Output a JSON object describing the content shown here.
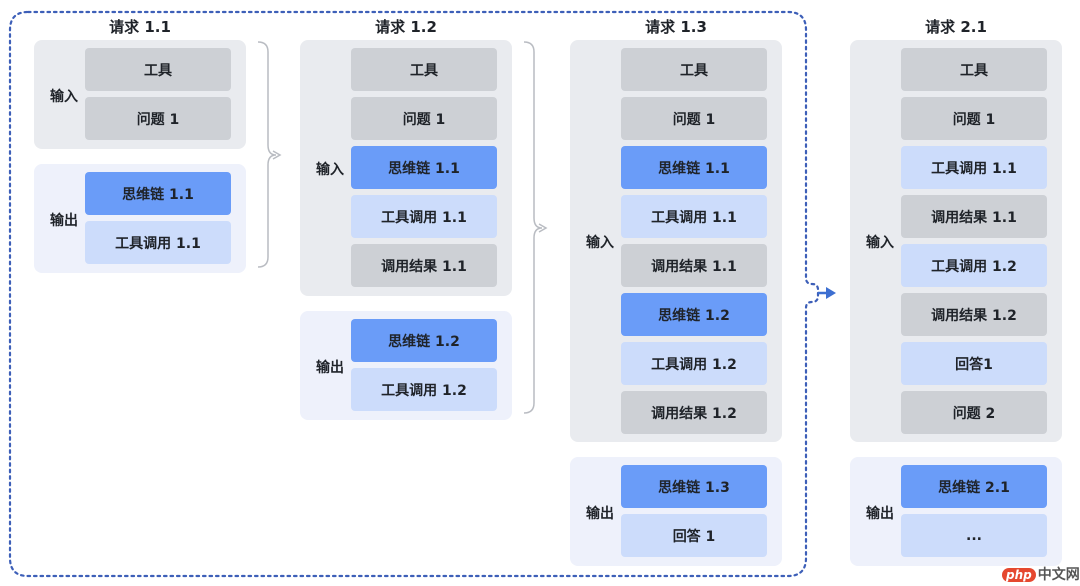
{
  "colors": {
    "input_panel_bg": "#e9ebef",
    "output_panel_bg": "#eef1fb",
    "gray_box": "#cdd0d5",
    "dark_blue_box": "#6a9cf8",
    "light_blue_box": "#ccdcfb",
    "dashed_frame": "#3d5fb8",
    "arrow": "#3d6fd1"
  },
  "labels": {
    "input": "输入",
    "output": "输出"
  },
  "requests": [
    {
      "title": "请求 1.1",
      "input_items": [
        {
          "text": "工具",
          "style": "gray"
        },
        {
          "text": "问题 1",
          "style": "gray"
        }
      ],
      "output_items": [
        {
          "text": "思维链 1.1",
          "style": "blue"
        },
        {
          "text": "工具调用 1.1",
          "style": "light"
        }
      ]
    },
    {
      "title": "请求 1.2",
      "input_items": [
        {
          "text": "工具",
          "style": "gray"
        },
        {
          "text": "问题 1",
          "style": "gray"
        },
        {
          "text": "思维链 1.1",
          "style": "blue"
        },
        {
          "text": "工具调用 1.1",
          "style": "light"
        },
        {
          "text": "调用结果 1.1",
          "style": "gray"
        }
      ],
      "output_items": [
        {
          "text": "思维链 1.2",
          "style": "blue"
        },
        {
          "text": "工具调用 1.2",
          "style": "light"
        }
      ]
    },
    {
      "title": "请求 1.3",
      "input_items": [
        {
          "text": "工具",
          "style": "gray"
        },
        {
          "text": "问题 1",
          "style": "gray"
        },
        {
          "text": "思维链 1.1",
          "style": "blue"
        },
        {
          "text": "工具调用 1.1",
          "style": "light"
        },
        {
          "text": "调用结果 1.1",
          "style": "gray"
        },
        {
          "text": "思维链 1.2",
          "style": "blue"
        },
        {
          "text": "工具调用 1.2",
          "style": "light"
        },
        {
          "text": "调用结果 1.2",
          "style": "gray"
        }
      ],
      "output_items": [
        {
          "text": "思维链 1.3",
          "style": "blue"
        },
        {
          "text": "回答 1",
          "style": "light"
        }
      ]
    },
    {
      "title": "请求 2.1",
      "input_items": [
        {
          "text": "工具",
          "style": "gray"
        },
        {
          "text": "问题 1",
          "style": "gray"
        },
        {
          "text": "工具调用 1.1",
          "style": "light"
        },
        {
          "text": "调用结果 1.1",
          "style": "gray"
        },
        {
          "text": "工具调用 1.2",
          "style": "light"
        },
        {
          "text": "调用结果 1.2",
          "style": "gray"
        },
        {
          "text": "回答1",
          "style": "light"
        },
        {
          "text": "问题 2",
          "style": "gray"
        }
      ],
      "output_items": [
        {
          "text": "思维链 2.1",
          "style": "blue"
        },
        {
          "text": "...",
          "style": "light"
        }
      ]
    }
  ],
  "watermark": {
    "logo": "php",
    "text": "中文网"
  }
}
